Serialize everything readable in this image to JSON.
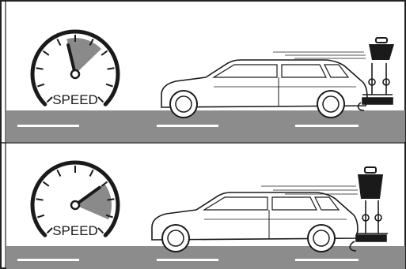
{
  "colors": {
    "road": "#8c8c8c",
    "lane_marking": "#ffffff",
    "gauge_sector": "#8a8a8a",
    "outline": "#1a1a1a",
    "weight": "#1a1a1a",
    "frame_border": "#222222"
  },
  "panels": [
    {
      "speed_label": "SPEED",
      "speed_level": 0.45
    },
    {
      "speed_label": "SPEED",
      "speed_level": 0.7
    }
  ],
  "icons": [
    "speedometer-icon",
    "station-wagon-car-icon",
    "bike-rack-icon",
    "weight-icon",
    "motion-lines-icon"
  ]
}
